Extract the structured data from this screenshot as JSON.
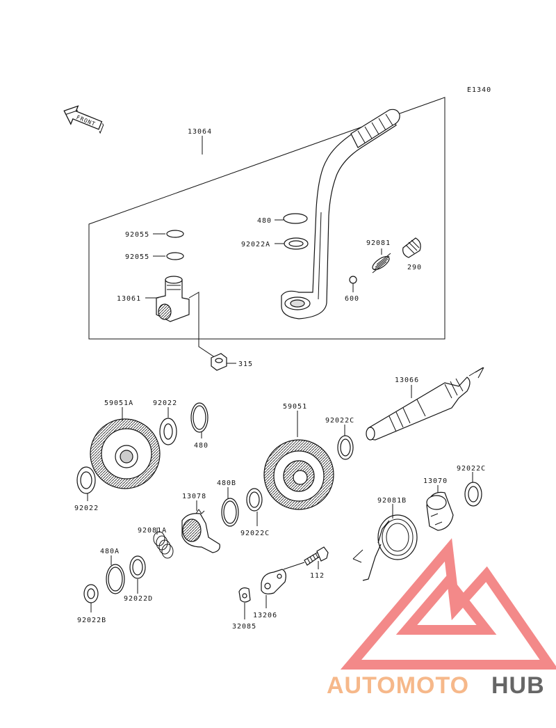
{
  "diagram_code": "E1340",
  "front_label": "FRONT",
  "parts": {
    "p13064": "13064",
    "p92055a": "92055",
    "p92055b": "92055",
    "p13061": "13061",
    "p480_top": "480",
    "p92022A": "92022A",
    "p92081": "92081",
    "p290": "290",
    "p600": "600",
    "p315": "315",
    "p13066": "13066",
    "p59051A": "59051A",
    "p92022_top": "92022",
    "p480_mid": "480",
    "p59051": "59051",
    "p92022C_a": "92022C",
    "p92022_left": "92022",
    "p480B": "480B",
    "p13078": "13078",
    "p92022C_b": "92022C",
    "p92022C_c": "92022C",
    "p13070": "13070",
    "p92081B": "92081B",
    "p92081A": "92081A",
    "p480A": "480A",
    "p92022D": "92022D",
    "p92022B": "92022B",
    "p112": "112",
    "p13206": "13206",
    "p32085": "32085"
  },
  "watermark": {
    "part1": "AUTOMOTO",
    "part2": "HUB",
    "color1": "#f6b88a",
    "color2": "#666666",
    "logo_color": "#f06b6b"
  }
}
